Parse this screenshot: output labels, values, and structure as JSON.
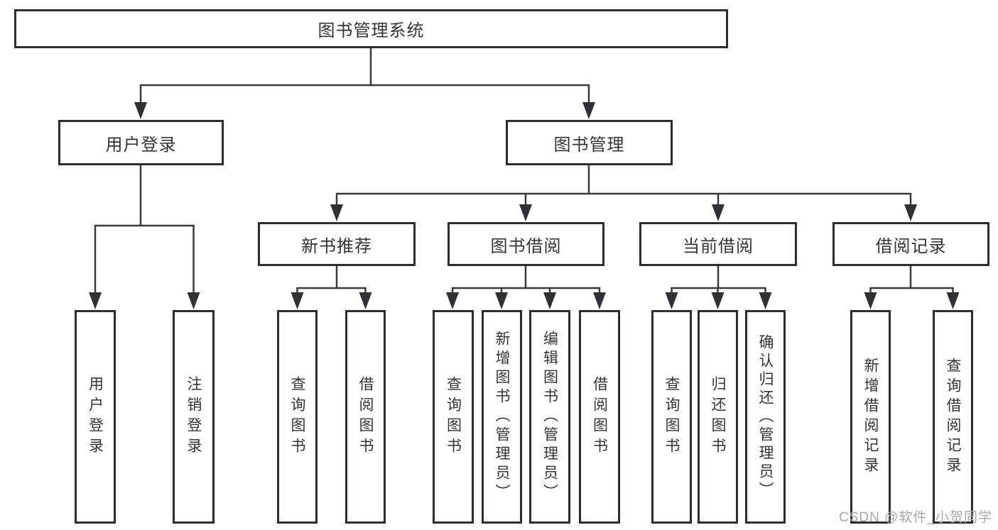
{
  "tree": {
    "root": "图书管理系统",
    "level2": [
      "用户登录",
      "图书管理"
    ],
    "level3": [
      "新书推荐",
      "图书借阅",
      "当前借阅",
      "借阅记录"
    ],
    "leaves": {
      "user_login": [
        "用户登录",
        "注销登录"
      ],
      "new_book": [
        "查询图书",
        "借阅图书"
      ],
      "book_borrow": [
        "查询图书",
        "新增图书（管理员）",
        "编辑图书（管理员）",
        "借阅图书"
      ],
      "current_borrow": [
        "查询图书",
        "归还图书",
        "确认归还（管理员）"
      ],
      "borrow_record": [
        "新增借阅记录",
        "查询借阅记录"
      ]
    }
  },
  "watermark": {
    "text": "CSDN @软件_小贺同学"
  },
  "colors": {
    "line": "#3a3a3a",
    "arrow_fill": "#303035",
    "box_border": "#2d2d30",
    "text": "#33343a",
    "watermark": "#a8a8ad",
    "background": "#ffffff"
  }
}
